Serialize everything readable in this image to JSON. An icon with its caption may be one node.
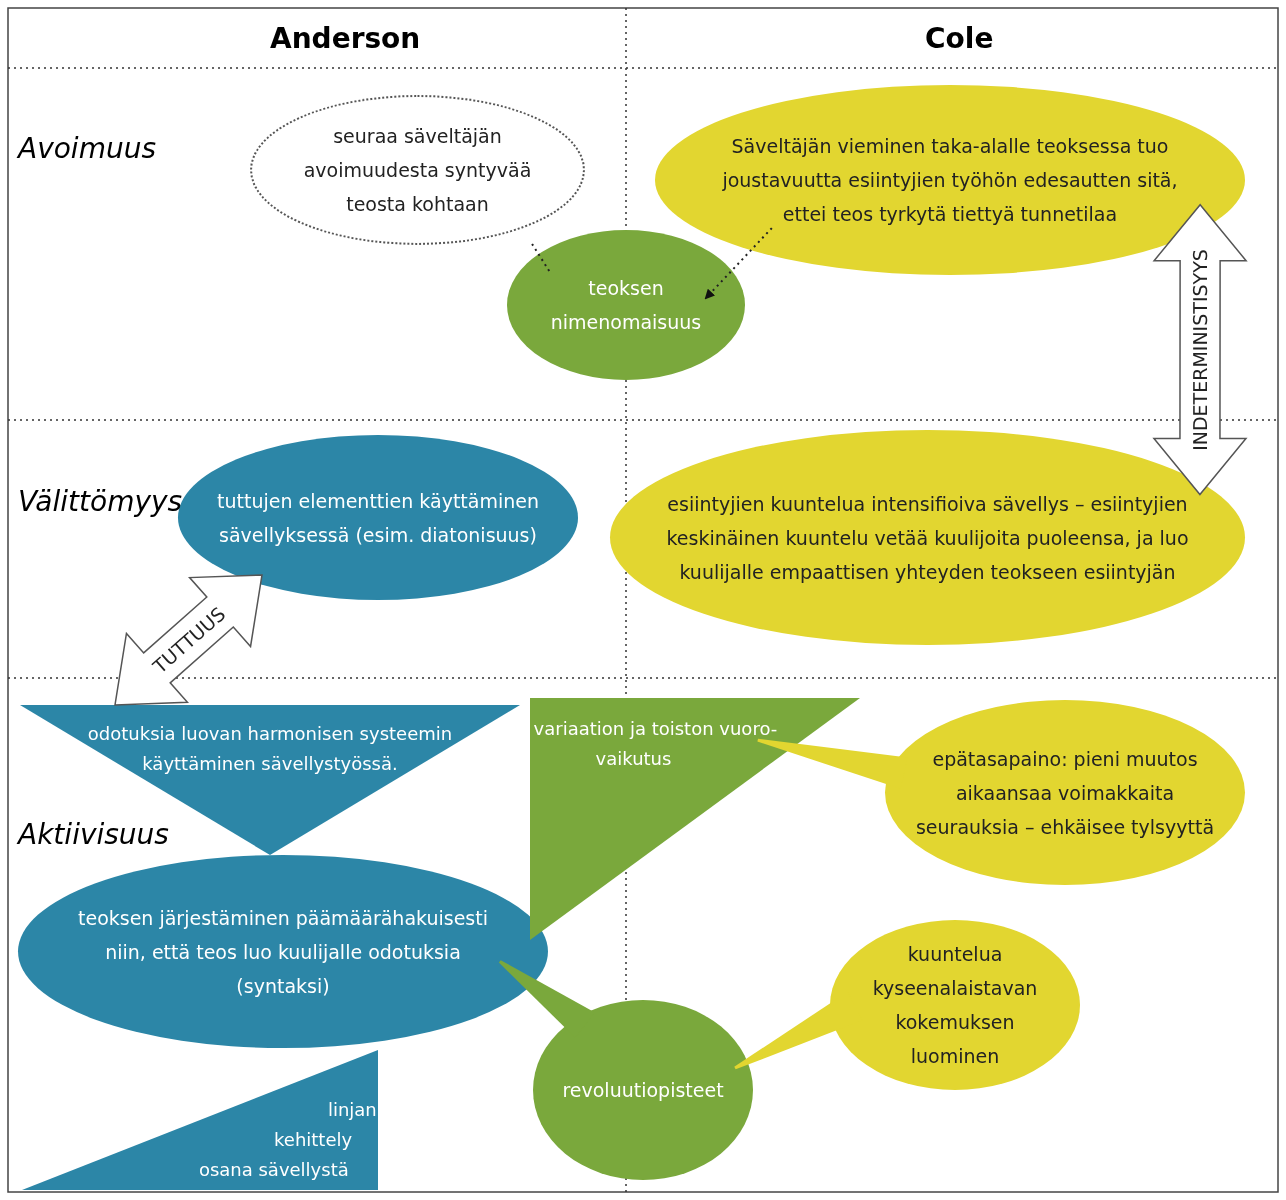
{
  "diagram": {
    "nodes": [
      {
        "text": [
          "seuraa säveltäjän avoimuudesta syntyvää teosta kohtaan"
        ]
      },
      {
        "text": [
          "teoksen nimenomaisuus"
        ]
      },
      {
        "text": [
          "Säveltäjän vieminen taka-alalle teoksessa tuo joustavuutta esiintyjien työhön edesautten sitä, ettei teos tyrkytä tiettyä tunnetilaa"
        ]
      },
      {
        "text": [
          "tuttujen elementtien käyttäminen sävellyksessä (esim. diatonisuus)"
        ]
      },
      {
        "text": [
          "esiintyjien kuuntelua intensifioiva sävellys – esiintyjien keskinäinen kuuntelu vetää kuulijoita puoleensa, ja luo kuulijalle empaattisen yhteyden teokseen esiintyjän"
        ]
      },
      {
        "text": [
          "odotuksia luovan harmonisen systeemin käyttäminen sävellystyössä."
        ]
      },
      {
        "text": [
          "variaation ja toiston vuoro- vaikutus"
        ]
      },
      {
        "text": [
          "epätasapaino: pieni muutos aikaansaa voimakkaita seurauksia – ehkäisee tylsyyttä"
        ]
      },
      {
        "text": [
          "teoksen järjestäminen päämäärähakuisesti niin, että teos luo kuulijalle odotuksia (syntaksi)"
        ]
      },
      {
        "text": [
          "revoluutiopisteet"
        ]
      },
      {
        "text": [
          "kuuntelua kyseenalaistavan kokemuksen luominen"
        ]
      },
      {
        "text": [
          "linjan kehittely osana sävellystä"
        ]
      }
    ],
    "edges": [
      {
        "from": 0,
        "to": 1,
        "arrow": "none",
        "style": "dashed"
      },
      {
        "from": 2,
        "to": 1,
        "arrow": "to",
        "style": "dashed"
      },
      {
        "from": 2,
        "to": 4,
        "arrow": "both",
        "style": "thick",
        "label": "INDETERMINISTISYYS"
      },
      {
        "from": 3,
        "to": 5,
        "arrow": "both",
        "style": "thick",
        "label": "TUTTUUS"
      },
      {
        "from": 7,
        "to": 6,
        "arrow": "none"
      },
      {
        "from": 10,
        "to": 9,
        "arrow": "none"
      },
      {
        "from": 9,
        "to": 8,
        "arrow": "none"
      }
    ],
    "labels": [
      "Anderson",
      "Cole",
      "Avoimuus",
      "Välittömyys",
      "Aktiivisuus"
    ]
  }
}
